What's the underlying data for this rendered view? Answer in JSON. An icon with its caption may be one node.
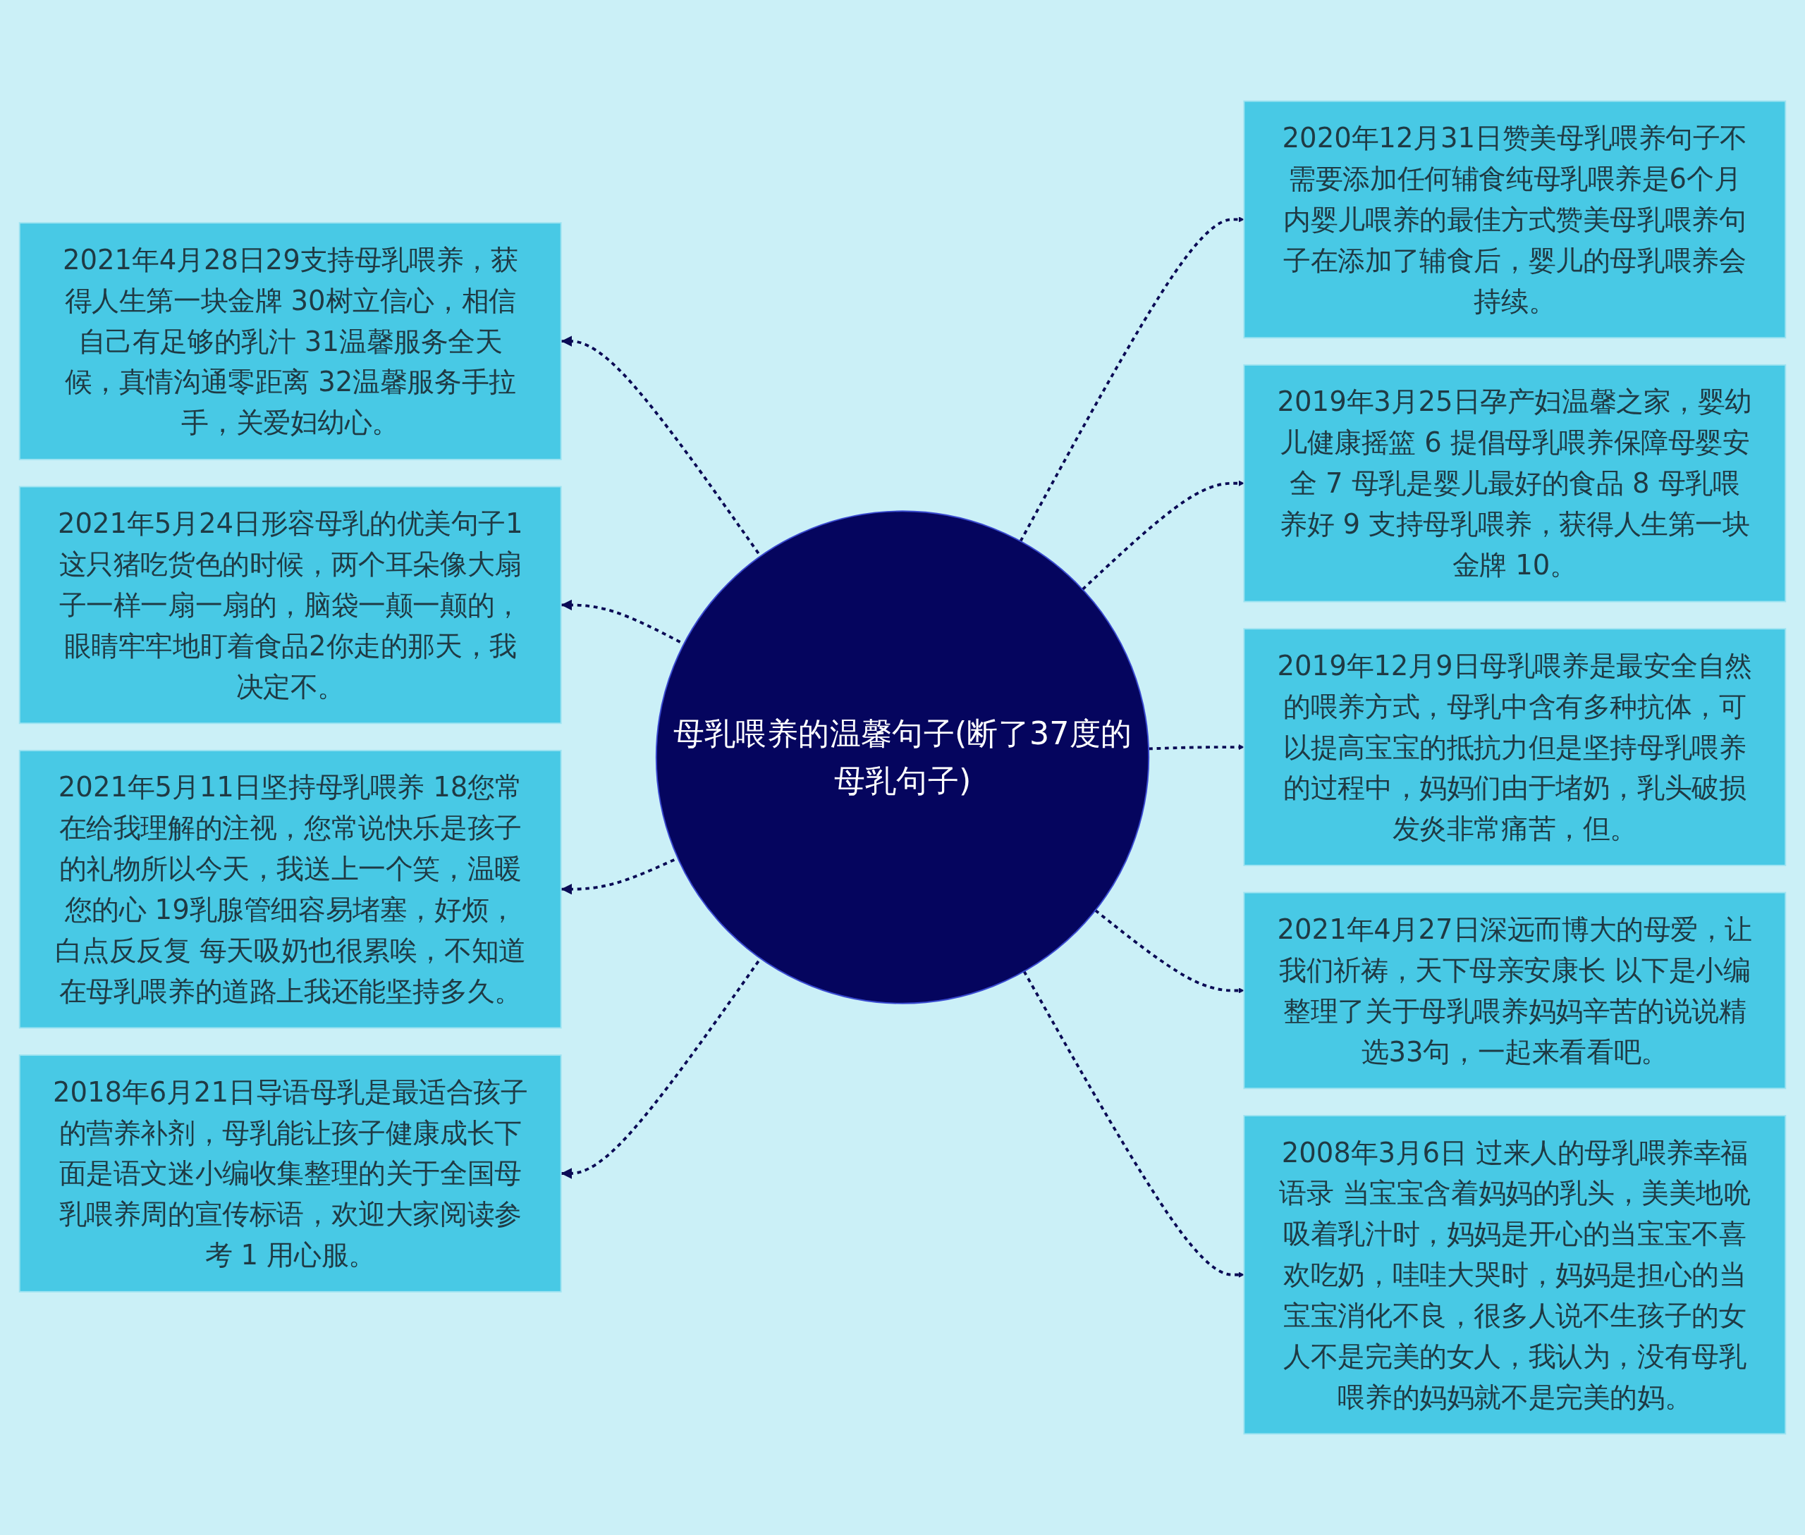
{
  "diagram": {
    "nodes": [
      {
        "text": [
          "母乳喂养的温馨句子(断了37度的母乳句子)"
        ]
      },
      {
        "text": [
          "2021年4月28日29支持母乳喂养，获得人生第一块金牌 30树立信心，相信自己有足够的乳汁 31温馨服务全天候，真情沟通零距离 32温馨服务手拉手，关爱妇幼心。"
        ]
      },
      {
        "text": [
          "2021年5月24日形容母乳的优美句子1这只猪吃货色的时候，两个耳朵像大扇子一样一扇一扇的，脑袋一颠一颠的，眼睛牢牢地盯着食品2你走的那天，我决定不。"
        ]
      },
      {
        "text": [
          "2021年5月11日坚持母乳喂养 18您常在给我理解的注视，您常说快乐是孩子的礼物所以今天，我送上一个笑，温暖您的心 19乳腺管细容易堵塞，好烦，白点反反复 每天吸奶也很累唉，不知道在母乳喂养的道路上我还能坚持多久。"
        ]
      },
      {
        "text": [
          "2018年6月21日导语母乳是最适合孩子的营养补剂，母乳能让孩子健康成长下面是语文迷小编收集整理的关于全国母乳喂养周的宣传标语，欢迎大家阅读参考 1 用心服。"
        ]
      },
      {
        "text": [
          "2020年12月31日赞美母乳喂养句子不需要添加任何辅食纯母乳喂养是6个月内婴儿喂养的最佳方式赞美母乳喂养句子在添加了辅食后，婴儿的母乳喂养会持续。"
        ]
      },
      {
        "text": [
          "2019年3月25日孕产妇温馨之家，婴幼儿健康摇篮 6 提倡母乳喂养保障母婴安全 7 母乳是婴儿最好的食品 8 母乳喂养好 9 支持母乳喂养，获得人生第一块金牌 10。"
        ]
      },
      {
        "text": [
          "2019年12月9日母乳喂养是最安全自然的喂养方式，母乳中含有多种抗体，可以提高宝宝的抵抗力但是坚持母乳喂养的过程中，妈妈们由于堵奶，乳头破损发炎非常痛苦，但。"
        ]
      },
      {
        "text": [
          "2021年4月27日深远而博大的母爱，让我们祈祷，天下母亲安康长 以下是小编整理了关于母乳喂养妈妈辛苦的说说精选33句，一起来看看吧。"
        ]
      },
      {
        "text": [
          "2008年3月6日 过来人的母乳喂养幸福语录 当宝宝含着妈妈的乳头，美美地吮吸着乳汁时，妈妈是开心的当宝宝不喜欢吃奶，哇哇大哭时，妈妈是担心的当宝宝消化不良，很多人说不生孩子的女人不是完美的女人，我认为，没有母乳喂养的妈妈就不是完美的妈。"
        ]
      }
    ],
    "edges": [
      {
        "from": 0,
        "to": 1,
        "arrow": "to",
        "style": "dashed"
      },
      {
        "from": 0,
        "to": 2,
        "arrow": "to",
        "style": "dashed"
      },
      {
        "from": 0,
        "to": 3,
        "arrow": "to",
        "style": "dashed"
      },
      {
        "from": 0,
        "to": 4,
        "arrow": "to",
        "style": "dashed"
      },
      {
        "from": 0,
        "to": 5,
        "arrow": "to",
        "style": "dashed"
      },
      {
        "from": 0,
        "to": 6,
        "arrow": "to",
        "style": "dashed"
      },
      {
        "from": 0,
        "to": 7,
        "arrow": "to",
        "style": "dashed"
      },
      {
        "from": 0,
        "to": 8,
        "arrow": "to",
        "style": "dashed"
      },
      {
        "from": 0,
        "to": 9,
        "arrow": "to",
        "style": "dashed"
      }
    ]
  }
}
